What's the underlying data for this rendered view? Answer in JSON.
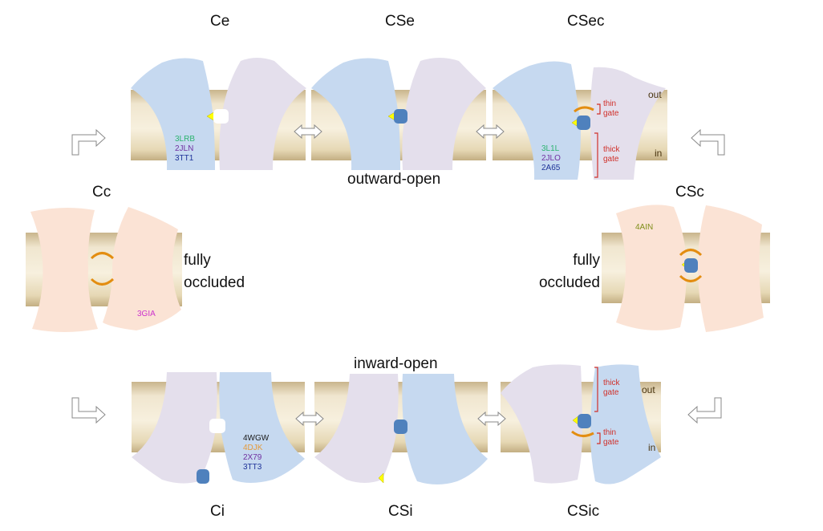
{
  "states": {
    "ce": "Ce",
    "cse": "CSe",
    "csec": "CSec",
    "cc": "Cc",
    "csc": "CSc",
    "ci": "Ci",
    "csi": "CSi",
    "csic": "CSic"
  },
  "conformations": {
    "outward_open": "outward-open",
    "inward_open": "inward-open",
    "fully_occluded_line1": "fully",
    "fully_occluded_line2": "occluded"
  },
  "gates": {
    "thin": [
      "thin",
      "gate"
    ],
    "thick": [
      "thick",
      "gate"
    ]
  },
  "membrane": {
    "out": "out",
    "in": "in"
  },
  "pdb": {
    "ce": [
      "3LRB",
      "2JLN",
      "3TT1"
    ],
    "csec": [
      "3L1L",
      "2JLO",
      "2A65"
    ],
    "cc": [
      "3GIA"
    ],
    "csc": [
      "4AIN"
    ],
    "ci": [
      "4WGW",
      "4DJK",
      "2X79",
      "3TT3"
    ]
  },
  "colors": {
    "outward_lobe": "#c6d9f0",
    "inward_lobe": "#e4dfec",
    "occluded_lobe": "#fbe3d5",
    "membrane": "#e8dcc0",
    "substrate": "#4f81bd",
    "ion": "#ffff00",
    "thin_gate": "#e38d10",
    "thick_gate": "#d0302a",
    "pdb_green": "#2db370",
    "pdb_purple": "#7030a0",
    "pdb_navy": "#1f3399",
    "pdb_orange": "#e59a3a",
    "pdb_magenta": "#cc33cc",
    "pdb_olive": "#7f8f1a"
  }
}
